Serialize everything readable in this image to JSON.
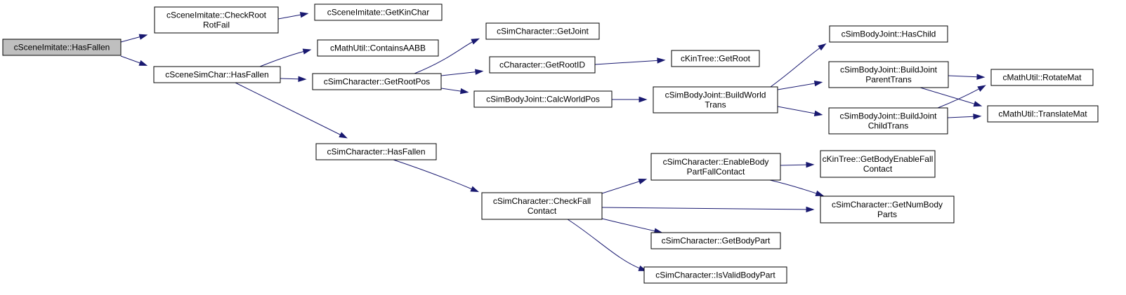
{
  "graph": {
    "nodes": [
      {
        "id": "n0",
        "lines": [
          "cSceneImitate::HasFallen"
        ],
        "root": true
      },
      {
        "id": "n1",
        "lines": [
          "cSceneImitate::CheckRoot",
          "RotFail"
        ]
      },
      {
        "id": "n2",
        "lines": [
          "cSceneImitate::GetKinChar"
        ]
      },
      {
        "id": "n3",
        "lines": [
          "cSceneSimChar::HasFallen"
        ]
      },
      {
        "id": "n4",
        "lines": [
          "cMathUtil::ContainsAABB"
        ]
      },
      {
        "id": "n5",
        "lines": [
          "cSimCharacter::GetJoint"
        ]
      },
      {
        "id": "n6",
        "lines": [
          "cSimCharacter::GetRootPos"
        ]
      },
      {
        "id": "n7",
        "lines": [
          "cCharacter::GetRootID"
        ]
      },
      {
        "id": "n8",
        "lines": [
          "cKinTree::GetRoot"
        ]
      },
      {
        "id": "n9",
        "lines": [
          "cSimBodyJoint::CalcWorldPos"
        ]
      },
      {
        "id": "n10",
        "lines": [
          "cSimBodyJoint::BuildWorld",
          "Trans"
        ]
      },
      {
        "id": "n11",
        "lines": [
          "cSimBodyJoint::HasChild"
        ]
      },
      {
        "id": "n12",
        "lines": [
          "cSimBodyJoint::BuildJoint",
          "ParentTrans"
        ]
      },
      {
        "id": "n13",
        "lines": [
          "cSimBodyJoint::BuildJoint",
          "ChildTrans"
        ]
      },
      {
        "id": "n14",
        "lines": [
          "cMathUtil::RotateMat"
        ]
      },
      {
        "id": "n15",
        "lines": [
          "cMathUtil::TranslateMat"
        ]
      },
      {
        "id": "n16",
        "lines": [
          "cSimCharacter::HasFallen"
        ]
      },
      {
        "id": "n17",
        "lines": [
          "cSimCharacter::CheckFall",
          "Contact"
        ]
      },
      {
        "id": "n18",
        "lines": [
          "cSimCharacter::EnableBody",
          "PartFallContact"
        ]
      },
      {
        "id": "n19",
        "lines": [
          "cKinTree::GetBodyEnableFall",
          "Contact"
        ]
      },
      {
        "id": "n20",
        "lines": [
          "cSimCharacter::GetNumBody",
          "Parts"
        ]
      },
      {
        "id": "n21",
        "lines": [
          "cSimCharacter::GetBodyPart"
        ]
      },
      {
        "id": "n22",
        "lines": [
          "cSimCharacter::IsValidBodyPart"
        ]
      }
    ],
    "edges": [
      {
        "from": "n0",
        "to": "n1"
      },
      {
        "from": "n0",
        "to": "n3"
      },
      {
        "from": "n1",
        "to": "n2"
      },
      {
        "from": "n3",
        "to": "n4"
      },
      {
        "from": "n3",
        "to": "n6"
      },
      {
        "from": "n3",
        "to": "n16"
      },
      {
        "from": "n6",
        "to": "n5"
      },
      {
        "from": "n6",
        "to": "n7"
      },
      {
        "from": "n6",
        "to": "n9"
      },
      {
        "from": "n7",
        "to": "n8"
      },
      {
        "from": "n9",
        "to": "n10"
      },
      {
        "from": "n10",
        "to": "n11"
      },
      {
        "from": "n10",
        "to": "n12"
      },
      {
        "from": "n10",
        "to": "n13"
      },
      {
        "from": "n12",
        "to": "n14"
      },
      {
        "from": "n12",
        "to": "n15"
      },
      {
        "from": "n13",
        "to": "n14"
      },
      {
        "from": "n13",
        "to": "n15"
      },
      {
        "from": "n16",
        "to": "n17"
      },
      {
        "from": "n17",
        "to": "n18"
      },
      {
        "from": "n17",
        "to": "n20"
      },
      {
        "from": "n17",
        "to": "n21"
      },
      {
        "from": "n17",
        "to": "n22"
      },
      {
        "from": "n18",
        "to": "n19"
      },
      {
        "from": "n18",
        "to": "n20"
      }
    ]
  },
  "colors": {
    "edge": "#191970",
    "node_border": "#000000",
    "node_fill": "#ffffff",
    "root_fill": "#bfbfbf"
  }
}
